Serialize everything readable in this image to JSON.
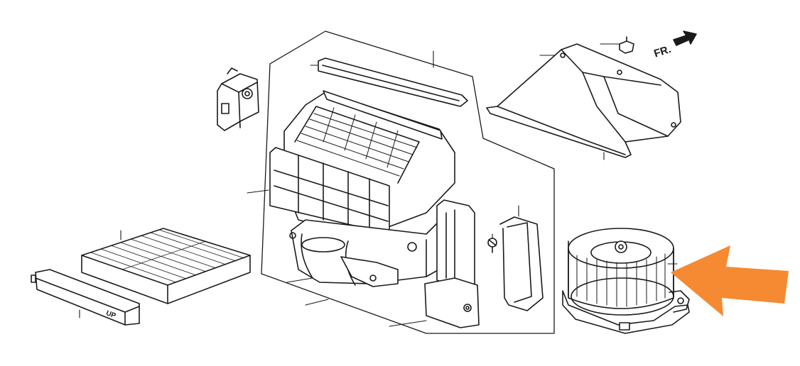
{
  "diagram": {
    "labels": {
      "direction": "FR.",
      "filter_cover": "UP"
    },
    "colors": {
      "line": "#1a1a1a",
      "fill": "#ffffff",
      "callout_arrow": "#f58a32"
    },
    "parts": [
      {
        "id": "actuator",
        "icon": "actuator-icon"
      },
      {
        "id": "blower-housing",
        "icon": "housing-icon"
      },
      {
        "id": "housing-seal",
        "icon": "seal-icon"
      },
      {
        "id": "air-duct",
        "icon": "duct-icon"
      },
      {
        "id": "clip",
        "icon": "clip-icon"
      },
      {
        "id": "cabin-filter",
        "icon": "filter-icon"
      },
      {
        "id": "filter-cover",
        "icon": "cover-icon"
      },
      {
        "id": "screw",
        "icon": "screw-icon"
      },
      {
        "id": "duct-seal",
        "icon": "seal-icon"
      },
      {
        "id": "blower-motor",
        "icon": "fan-icon"
      }
    ]
  }
}
